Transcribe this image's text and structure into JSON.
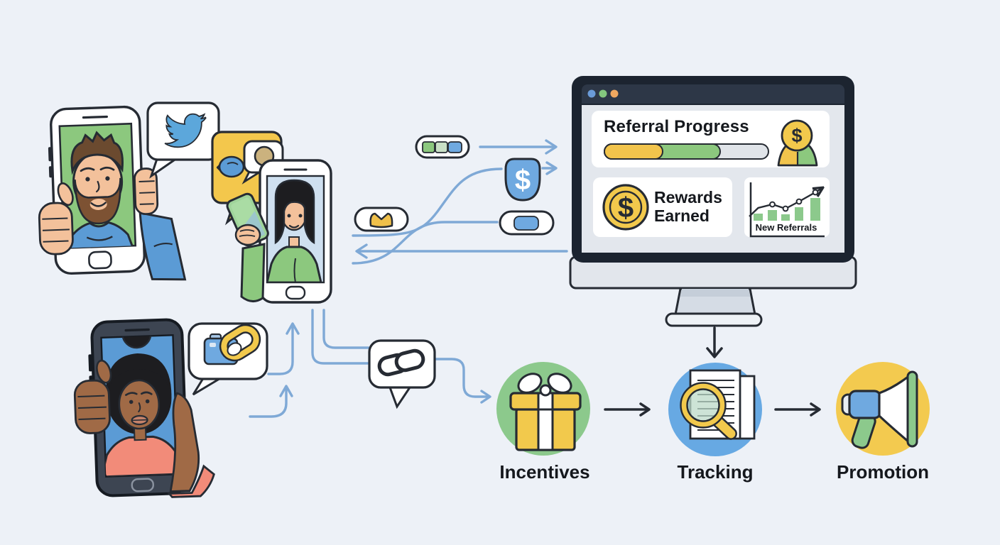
{
  "scene": {
    "name": "referral-program-flow-illustration",
    "background_color": "#edf1f7",
    "figures": [
      "man-with-beard-on-green-phone-screen",
      "woman-with-bob-on-blue-phone-screen",
      "woman-with-bun-on-dark-phone-screen"
    ]
  },
  "colors": {
    "outline": "#262b33",
    "arrow_blue": "#7fa9d6",
    "arrow_black": "#262b33",
    "yellow": "#f2c94c",
    "green": "#8cc87e",
    "blue": "#5b9bd5",
    "light_blue": "#6fa9e0",
    "monitor_frame": "#1c2430",
    "monitor_topbar": "#2d3747",
    "screen_bg": "#e3e7ed"
  },
  "icons": {
    "bubbles": [
      "twitter-bird-icon",
      "location-chat-icon",
      "camera-lens-bubble-icon",
      "camera-link-icon",
      "chain-link-icon"
    ],
    "pills": [
      "segmented-progress-pill-icon",
      "envelope-pill-icon",
      "chip-pill-icon"
    ],
    "badge": "dollar-share-badge-icon"
  },
  "share_badge": {
    "symbol": "$"
  },
  "monitor": {
    "window_dots": [
      "#6a9bd8",
      "#84c77e",
      "#f0a860"
    ],
    "progress_card": {
      "title": "Referral Progress",
      "segments": [
        {
          "color": "#f2c44c",
          "pct": 36
        },
        {
          "color": "#8cc87e",
          "pct": 35
        },
        {
          "color": "#e0e4e9",
          "pct": 29
        }
      ],
      "badge_icon": "coin-over-mound-icon",
      "badge_symbol": "$"
    },
    "rewards_card": {
      "icon": "dollar-coin-icon",
      "symbol": "$",
      "line1": "Rewards",
      "line2": "Earned"
    },
    "referrals_card": {
      "label": "New Referrals",
      "icon": "growth-bar-chart-icon",
      "bars": [
        10,
        15,
        9,
        19,
        32
      ]
    }
  },
  "flow_nodes": [
    {
      "label": "Incentives",
      "circle_color": "#8cc98c",
      "icon": "gift-icon"
    },
    {
      "label": "Tracking",
      "circle_color": "#67a9e3",
      "icon": "magnifier-documents-icon"
    },
    {
      "label": "Promotion",
      "circle_color": "#f3ca4f",
      "icon": "megaphone-icon"
    }
  ]
}
